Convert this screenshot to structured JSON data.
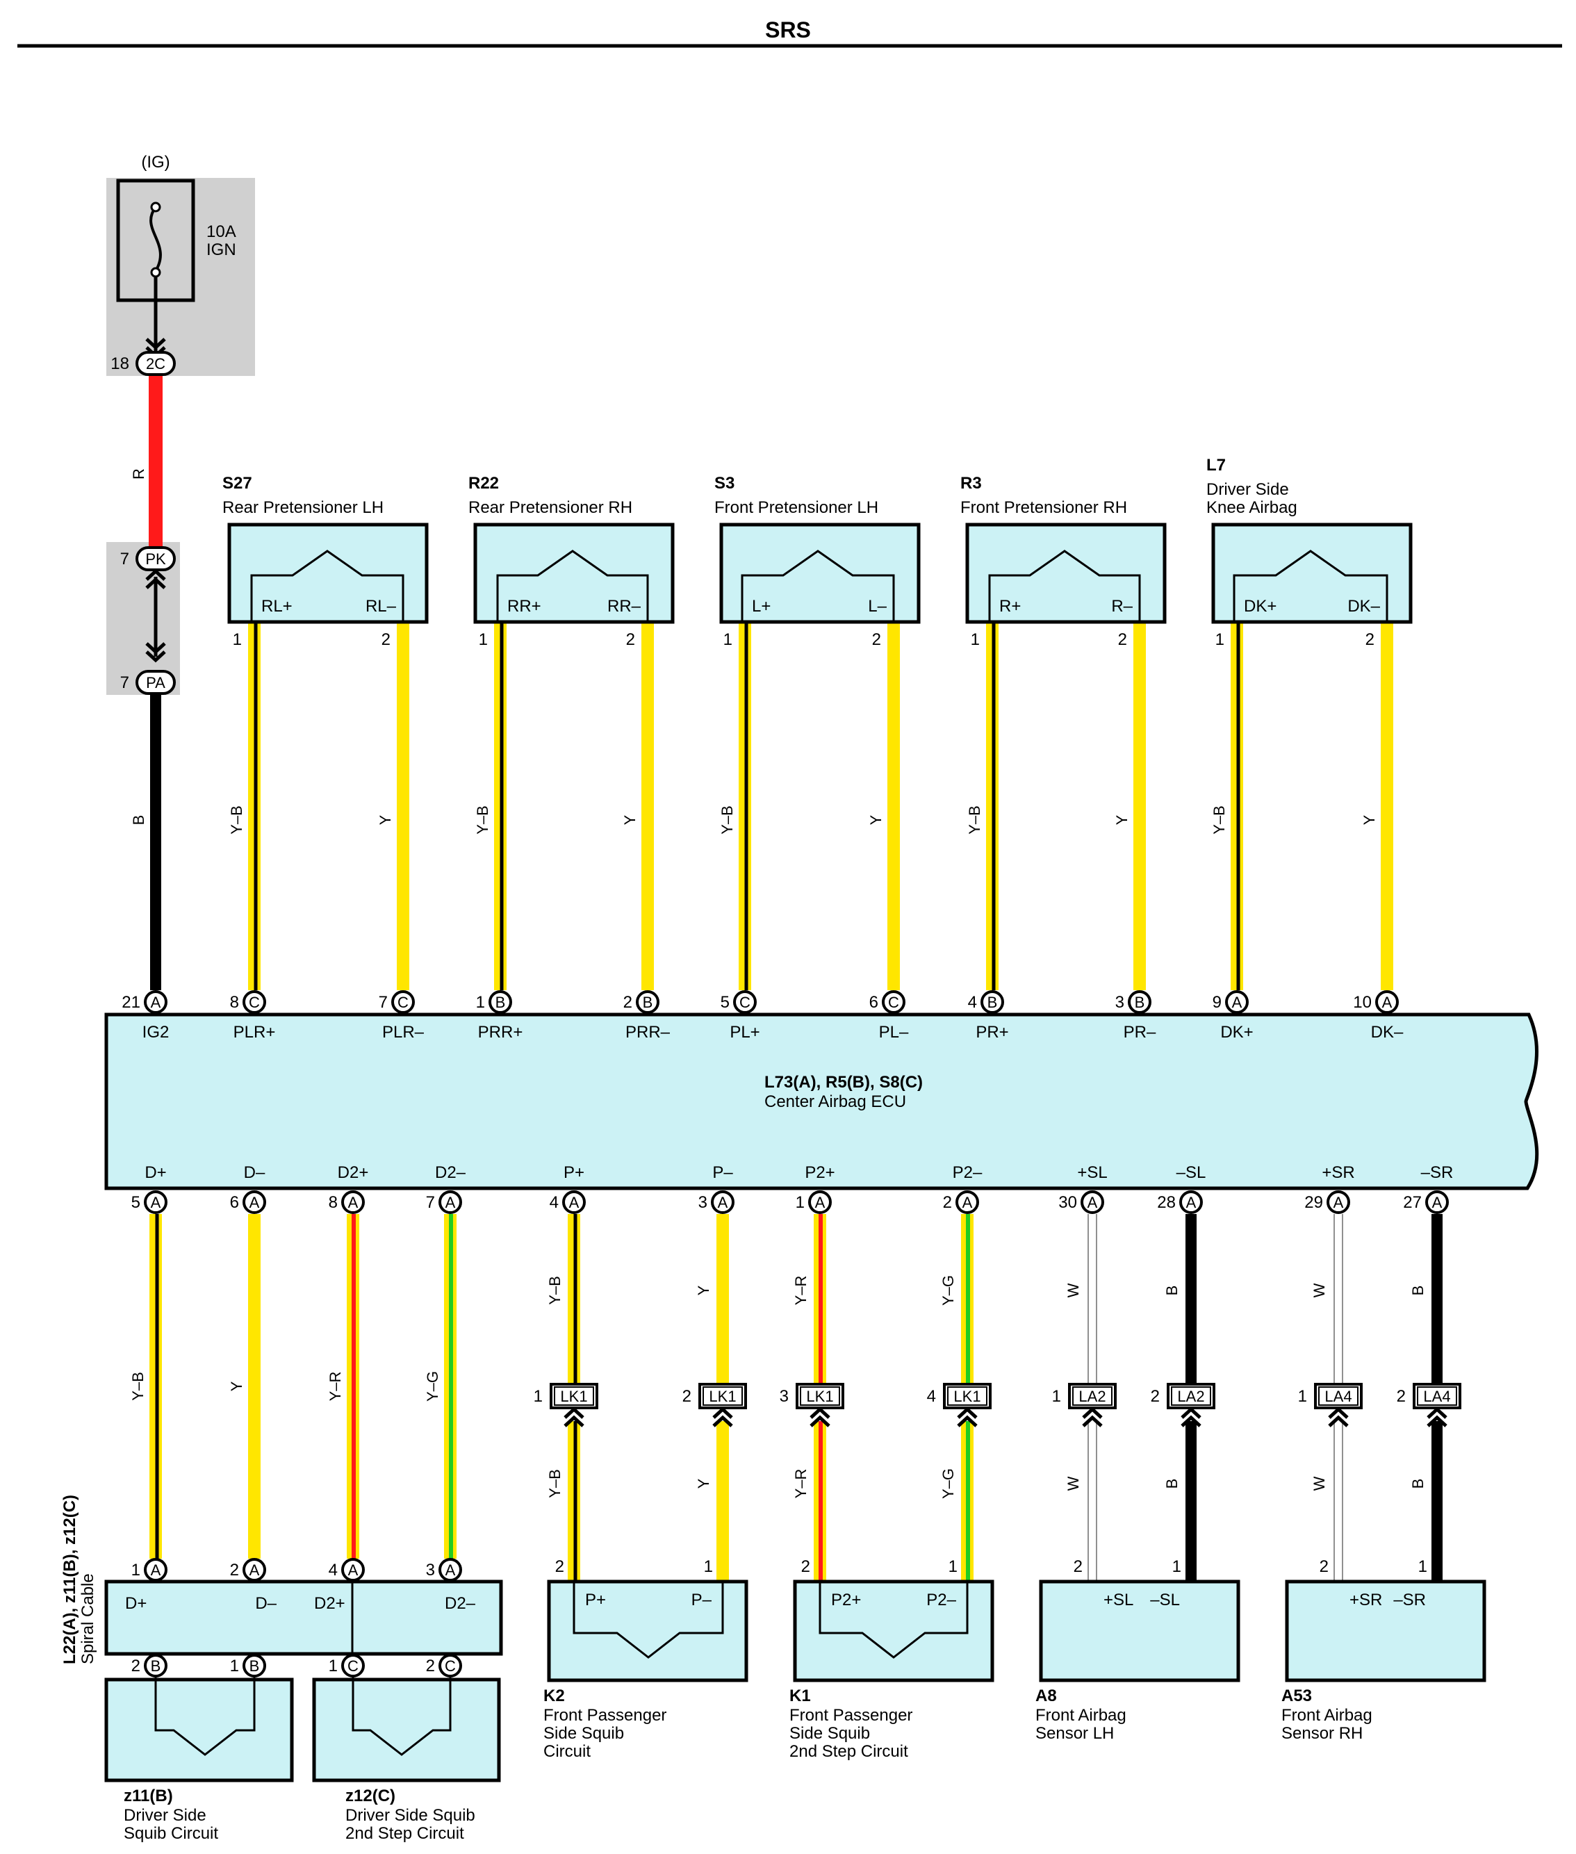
{
  "title": "SRS",
  "fuse": {
    "circuit": "(IG)",
    "rating": "10A",
    "name": "IGN",
    "conn": "2C",
    "pin": "18"
  },
  "ig_wire": {
    "upper_color": "R",
    "lower_color": "B",
    "junction_top": "PK",
    "junction_bottom": "PA",
    "junction_pin": "7"
  },
  "ecu": {
    "code": "L73(A), R5(B), S8(C)",
    "name": "Center Airbag ECU",
    "top_terminals": [
      {
        "label": "IG2",
        "pin": "21",
        "conn": "A"
      },
      {
        "label": "PLR+",
        "pin": "8",
        "conn": "C"
      },
      {
        "label": "PLR–",
        "pin": "7",
        "conn": "C"
      },
      {
        "label": "PRR+",
        "pin": "1",
        "conn": "B"
      },
      {
        "label": "PRR–",
        "pin": "2",
        "conn": "B"
      },
      {
        "label": "PL+",
        "pin": "5",
        "conn": "C"
      },
      {
        "label": "PL–",
        "pin": "6",
        "conn": "C"
      },
      {
        "label": "PR+",
        "pin": "4",
        "conn": "B"
      },
      {
        "label": "PR–",
        "pin": "3",
        "conn": "B"
      },
      {
        "label": "DK+",
        "pin": "9",
        "conn": "A"
      },
      {
        "label": "DK–",
        "pin": "10",
        "conn": "A"
      }
    ],
    "bottom_terminals": [
      {
        "label": "D+",
        "pin": "5",
        "conn": "A"
      },
      {
        "label": "D–",
        "pin": "6",
        "conn": "A"
      },
      {
        "label": "D2+",
        "pin": "8",
        "conn": "A"
      },
      {
        "label": "D2–",
        "pin": "7",
        "conn": "A"
      },
      {
        "label": "P+",
        "pin": "4",
        "conn": "A"
      },
      {
        "label": "P–",
        "pin": "3",
        "conn": "A"
      },
      {
        "label": "P2+",
        "pin": "1",
        "conn": "A"
      },
      {
        "label": "P2–",
        "pin": "2",
        "conn": "A"
      },
      {
        "label": "+SL",
        "pin": "30",
        "conn": "A"
      },
      {
        "label": "–SL",
        "pin": "28",
        "conn": "A"
      },
      {
        "label": "+SR",
        "pin": "29",
        "conn": "A"
      },
      {
        "label": "–SR",
        "pin": "27",
        "conn": "A"
      }
    ]
  },
  "top_components": [
    {
      "code": "S27",
      "name": [
        "Rear Pretensioner LH"
      ],
      "pos": "RL+",
      "neg": "RL–",
      "pin_pos": "1",
      "pin_neg": "2",
      "wire_pos": "Y–B",
      "wire_neg": "Y"
    },
    {
      "code": "R22",
      "name": [
        "Rear Pretensioner RH"
      ],
      "pos": "RR+",
      "neg": "RR–",
      "pin_pos": "1",
      "pin_neg": "2",
      "wire_pos": "Y–B",
      "wire_neg": "Y"
    },
    {
      "code": "S3",
      "name": [
        "Front Pretensioner LH"
      ],
      "pos": "L+",
      "neg": "L–",
      "pin_pos": "1",
      "pin_neg": "2",
      "wire_pos": "Y–B",
      "wire_neg": "Y"
    },
    {
      "code": "R3",
      "name": [
        "Front Pretensioner RH"
      ],
      "pos": "R+",
      "neg": "R–",
      "pin_pos": "1",
      "pin_neg": "2",
      "wire_pos": "Y–B",
      "wire_neg": "Y"
    },
    {
      "code": "L7",
      "name": [
        "Driver Side",
        "Knee Airbag"
      ],
      "pos": "DK+",
      "neg": "DK–",
      "pin_pos": "1",
      "pin_neg": "2",
      "wire_pos": "Y–B",
      "wire_neg": "Y"
    }
  ],
  "spiral_cable": {
    "label": "L22(A), z11(B), z12(C)",
    "sublabel": "Spiral Cable",
    "terminals": [
      {
        "label": "D+",
        "pin": "1",
        "conn": "A",
        "wire": "Y–B"
      },
      {
        "label": "D–",
        "pin": "2",
        "conn": "A",
        "wire": "Y"
      },
      {
        "label": "D2+",
        "pin": "4",
        "conn": "A",
        "wire": "Y–R"
      },
      {
        "label": "D2–",
        "pin": "3",
        "conn": "A",
        "wire": "Y–G"
      }
    ],
    "bottom_pins": [
      {
        "pin": "2",
        "conn": "B"
      },
      {
        "pin": "1",
        "conn": "B"
      },
      {
        "pin": "1",
        "conn": "C"
      },
      {
        "pin": "2",
        "conn": "C"
      }
    ]
  },
  "squibs": [
    {
      "code": "z11(B)",
      "name": [
        "Driver Side",
        "Squib Circuit"
      ]
    },
    {
      "code": "z12(C)",
      "name": [
        "Driver Side Squib",
        "2nd Step Circuit"
      ]
    }
  ],
  "bottom_components": [
    {
      "code": "K2",
      "name": [
        "Front Passenger",
        "Side Squib",
        "Circuit"
      ],
      "pos": "P+",
      "neg": "P–",
      "pin_pos": "2",
      "pin_neg": "1",
      "conn_pos": {
        "pin": "1",
        "name": "LK1"
      },
      "conn_neg": {
        "pin": "2",
        "name": "LK1"
      },
      "wire_pos": "Y–B",
      "wire_neg": "Y"
    },
    {
      "code": "K1",
      "name": [
        "Front Passenger",
        "Side Squib",
        "2nd Step Circuit"
      ],
      "pos": "P2+",
      "neg": "P2–",
      "pin_pos": "2",
      "pin_neg": "1",
      "conn_pos": {
        "pin": "3",
        "name": "LK1"
      },
      "conn_neg": {
        "pin": "4",
        "name": "LK1"
      },
      "wire_pos": "Y–R",
      "wire_neg": "Y–G"
    },
    {
      "code": "A8",
      "name": [
        "Front Airbag",
        "Sensor LH"
      ],
      "pos": "+SL",
      "neg": "–SL",
      "pin_pos": "2",
      "pin_neg": "1",
      "conn_pos": {
        "pin": "1",
        "name": "LA2"
      },
      "conn_neg": {
        "pin": "2",
        "name": "LA2"
      },
      "wire_pos": "W",
      "wire_neg": "B"
    },
    {
      "code": "A53",
      "name": [
        "Front Airbag",
        "Sensor RH"
      ],
      "pos": "+SR",
      "neg": "–SR",
      "pin_pos": "2",
      "pin_neg": "1",
      "conn_pos": {
        "pin": "1",
        "name": "LA4"
      },
      "conn_neg": {
        "pin": "2",
        "name": "LA4"
      },
      "wire_pos": "W",
      "wire_neg": "B"
    }
  ],
  "colors": {
    "component_fill": "#ccf2f5",
    "shade": "#d0d0d0",
    "wire_yellow": "#ffe600",
    "wire_red": "#ff1a1a",
    "wire_green": "#22cc22",
    "wire_black": "#000000",
    "wire_white": "#ffffff"
  }
}
